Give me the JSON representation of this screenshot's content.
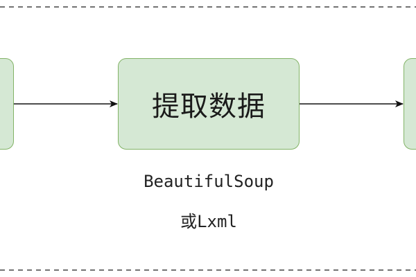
{
  "diagram": {
    "center_node": {
      "label": "提取数据"
    },
    "caption": {
      "line1": "BeautifulSoup",
      "line2": "或Lxml"
    }
  },
  "colors": {
    "node_fill": "#d5e8d4",
    "node_border": "#82b366",
    "arrow": "#111111",
    "dashed_border": "#444444"
  }
}
